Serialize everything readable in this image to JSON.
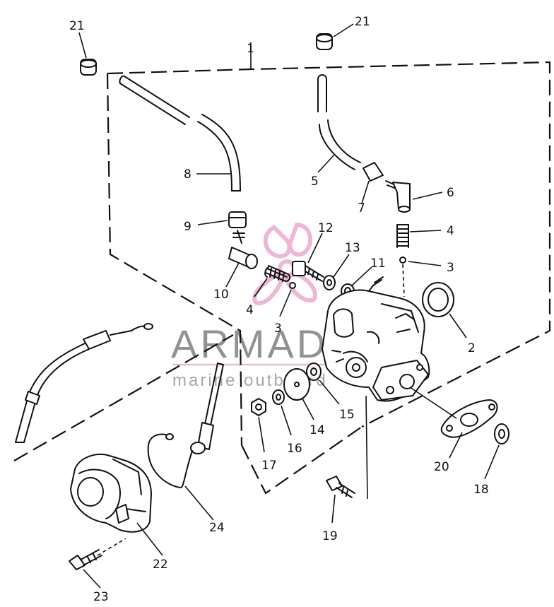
{
  "diagram": {
    "watermark": {
      "brand": "ARMADA",
      "tagline": "marine outboard",
      "accent_color": "#e8a0c8",
      "text_color": "#6e6e6e"
    },
    "callouts": {
      "c21a": "21",
      "c21b": "21",
      "c1": "1",
      "c8": "8",
      "c9": "9",
      "c10": "10",
      "c5": "5",
      "c7": "7",
      "c6": "6",
      "c12": "12",
      "c13": "13",
      "c11": "11",
      "c4a": "4",
      "c4b": "4",
      "c3a": "3",
      "c3b": "3",
      "c2": "2",
      "c14": "14",
      "c15": "15",
      "c16": "16",
      "c17": "17",
      "c18": "18",
      "c19": "19",
      "c20": "20",
      "c22": "22",
      "c23": "23",
      "c24": "24"
    }
  }
}
